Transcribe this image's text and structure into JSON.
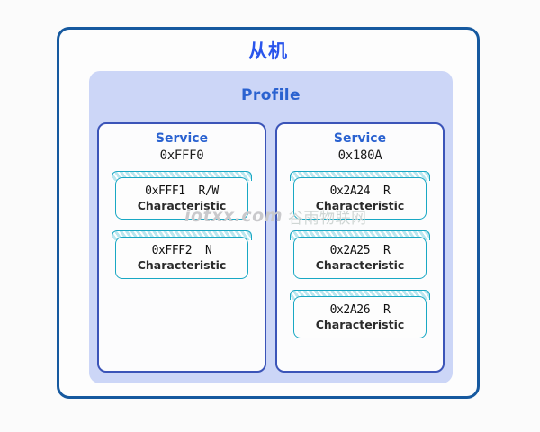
{
  "device": {
    "title": "从机"
  },
  "profile": {
    "title": "Profile"
  },
  "services": [
    {
      "heading": "Service",
      "uuid": "0xFFF0",
      "characteristics": [
        {
          "uuid": "0xFFF1  R/W",
          "label": "Characteristic"
        },
        {
          "uuid": "0xFFF2  N",
          "label": "Characteristic"
        }
      ]
    },
    {
      "heading": "Service",
      "uuid": "0x180A",
      "characteristics": [
        {
          "uuid": "0x2A24  R",
          "label": "Characteristic"
        },
        {
          "uuid": "0x2A25  R",
          "label": "Characteristic"
        },
        {
          "uuid": "0x2A26  R",
          "label": "Characteristic"
        }
      ]
    }
  ],
  "watermark": {
    "latin": "iotxx.com",
    "cjk": "谷雨物联网"
  },
  "colors": {
    "device_border": "#16599f",
    "device_title": "#2a55ec",
    "profile_bg": "#ccd6f7",
    "profile_title": "#2a62d0",
    "service_border": "#3b54b8",
    "service_heading": "#2a62d0",
    "characteristic_border": "#19a8c4",
    "characteristic_band": "#b9e6ef",
    "page_bg": "#fbfbfb"
  }
}
